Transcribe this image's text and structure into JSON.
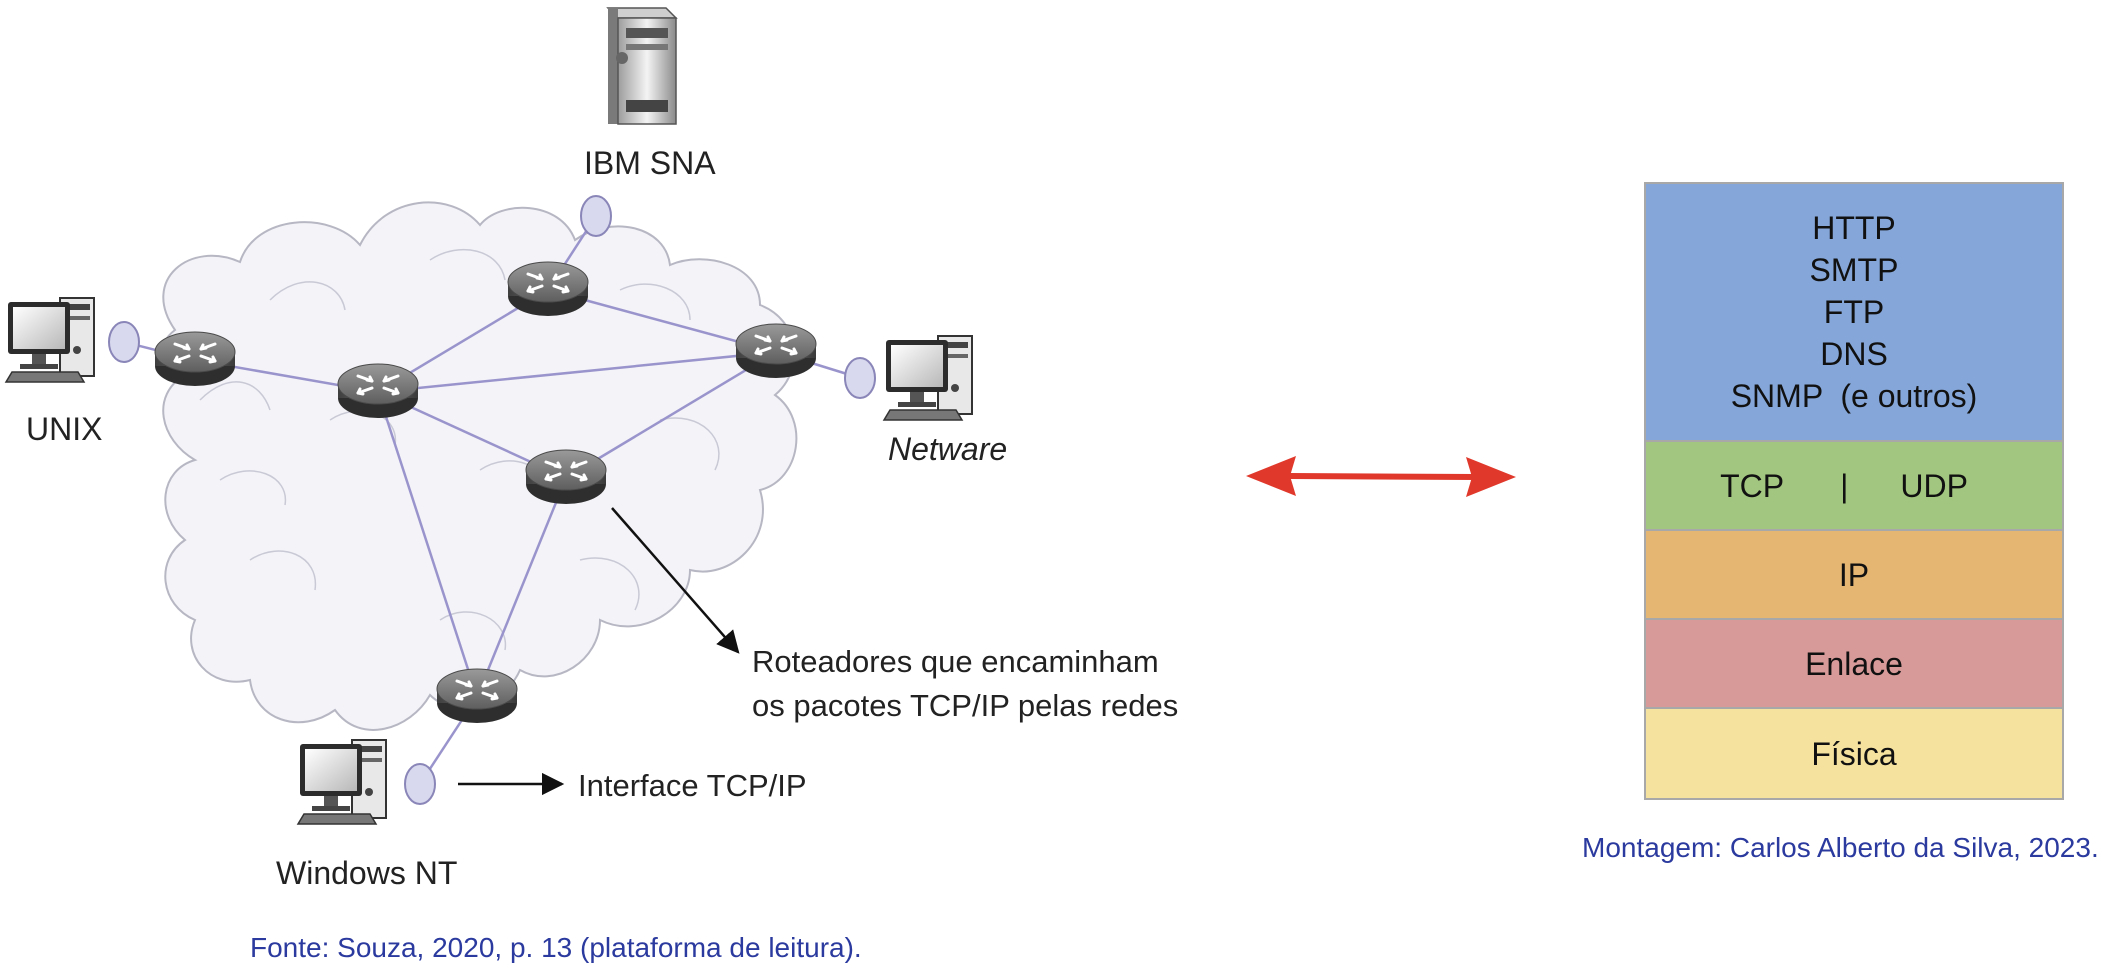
{
  "network": {
    "label_ibm": "IBM SNA",
    "label_unix": "UNIX",
    "label_netware": "Netware",
    "label_windows": "Windows NT",
    "annotation_routers_line1": "Roteadores que encaminham",
    "annotation_routers_line2": "os pacotes TCP/IP pelas redes",
    "annotation_interface": "Interface TCP/IP"
  },
  "stack": {
    "application": [
      "HTTP",
      "SMTP",
      "FTP",
      "DNS",
      "SNMP  (e outros)"
    ],
    "transport_left": "TCP",
    "transport_sep": "|",
    "transport_right": "UDP",
    "network": "IP",
    "link": "Enlace",
    "physical": "Física"
  },
  "captions": {
    "left": "Fonte: Souza, 2020, p. 13 (plataforma de leitura).",
    "right": "Montagem: Carlos Alberto da Silva, 2023."
  },
  "colors": {
    "application": "#85a6d8",
    "transport": "#a2c57f",
    "network": "#e5b672",
    "link": "#d79a98",
    "physical": "#f5e29e",
    "arrow": "#e0392b",
    "caption": "#2b3a9e"
  },
  "icons": [
    "server-icon",
    "computer-icon",
    "router-icon",
    "double-arrow-icon"
  ]
}
